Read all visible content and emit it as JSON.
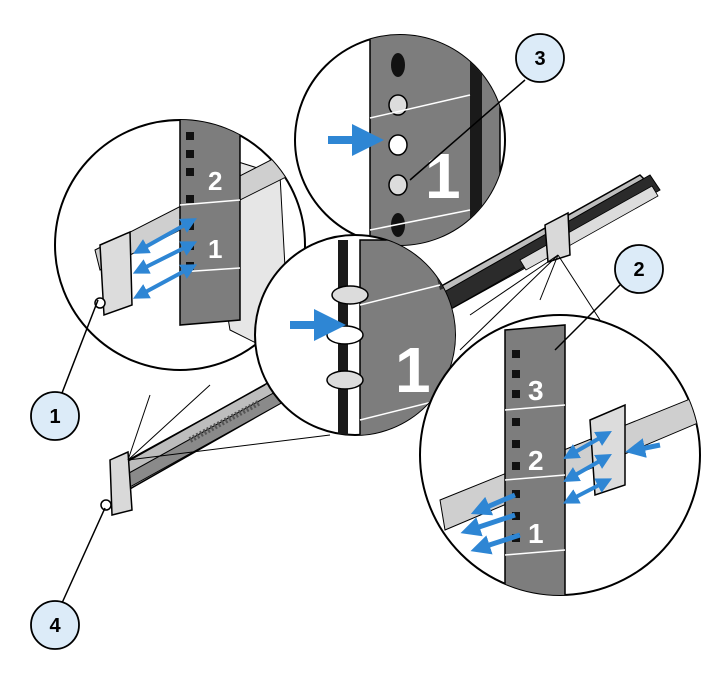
{
  "diagram": {
    "callouts": [
      {
        "id": "callout-1",
        "label": "1"
      },
      {
        "id": "callout-2",
        "label": "2"
      },
      {
        "id": "callout-3",
        "label": "3"
      },
      {
        "id": "callout-4",
        "label": "4"
      }
    ],
    "rack_numbers": {
      "left_inset": [
        "2",
        "1"
      ],
      "top_inset": [
        "1"
      ],
      "center_inset": [
        "1"
      ],
      "right_inset": [
        "3",
        "2",
        "1"
      ]
    },
    "colors": {
      "arrow": "#2e86d4",
      "callout_fill": "#dcebf8",
      "callout_stroke": "#000000",
      "rail": "#8a8a8a",
      "rail_dark": "#3a3a3a",
      "rack_post": "#7d7d7d"
    }
  }
}
